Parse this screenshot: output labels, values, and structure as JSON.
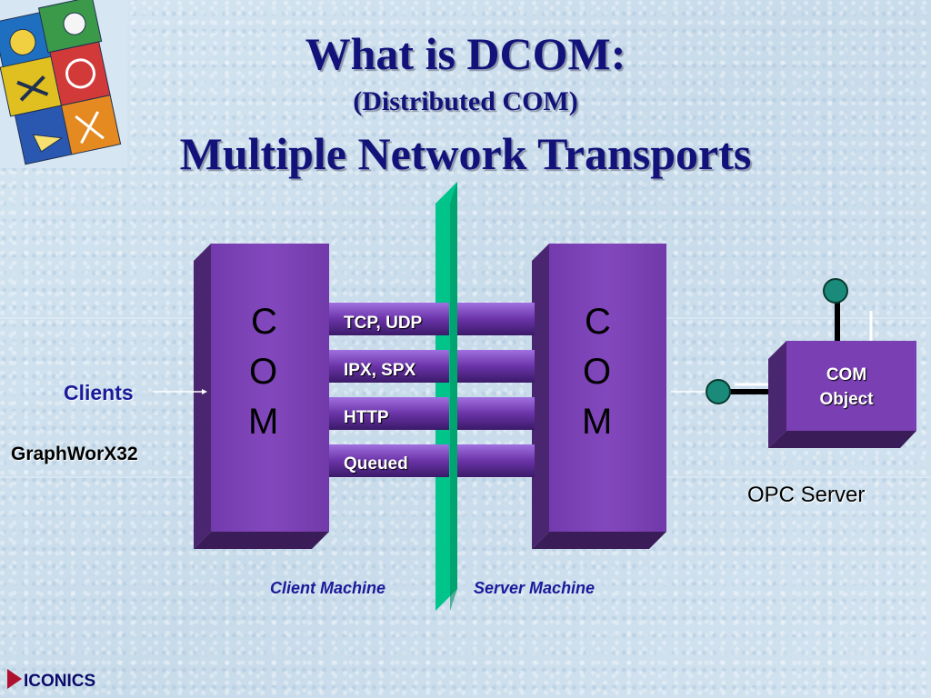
{
  "title": {
    "line1": "What is DCOM:",
    "line2": "(Distributed COM)",
    "line3": "Multiple Network Transports"
  },
  "client_block": {
    "letters": [
      "C",
      "O",
      "M"
    ]
  },
  "server_block": {
    "letters": [
      "C",
      "O",
      "M"
    ]
  },
  "transports": [
    "TCP, UDP",
    "IPX, SPX",
    "HTTP",
    "Queued"
  ],
  "labels": {
    "clients": "Clients",
    "graphworx": "GraphWorX32",
    "client_machine": "Client Machine",
    "server_machine": "Server Machine",
    "opc_server": "OPC Server",
    "com_object_line1": "COM",
    "com_object_line2": "Object",
    "brand": "ICONICS"
  },
  "colors": {
    "block_front": "#7a3fb3",
    "block_side": "#4a2570",
    "network_bar": "#00c48a",
    "title": "#12127a",
    "label_blue": "#1a1a9a",
    "connector_node": "#1a8a7a",
    "brand_triangle": "#b01030"
  },
  "icons": [
    "logo-collage-icon",
    "play-triangle-icon"
  ]
}
